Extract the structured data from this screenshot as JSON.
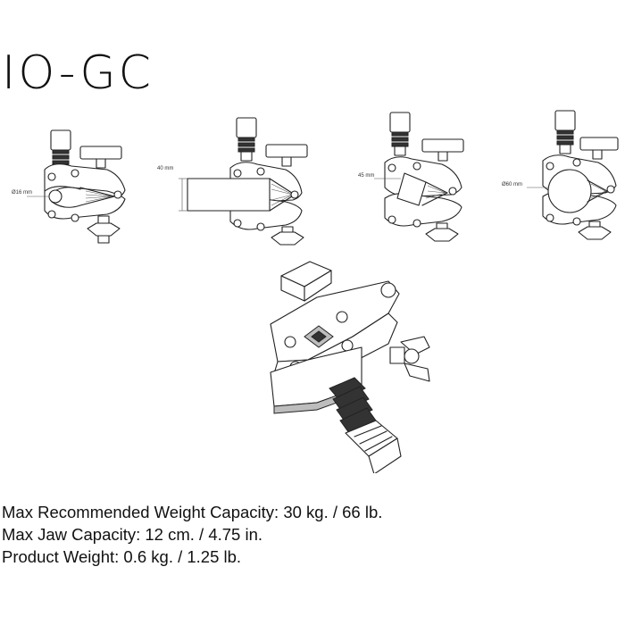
{
  "product": {
    "title": "IO-GC"
  },
  "views": [
    {
      "dimension_label": "Ø16 mm"
    },
    {
      "dimension_label": "40 mm"
    },
    {
      "dimension_label": "45 mm"
    },
    {
      "dimension_label": "Ø60 mm"
    }
  ],
  "specs": {
    "weight_capacity": "Max Recommended Weight Capacity: 30 kg. / 66 lb.",
    "jaw_capacity": "Max Jaw Capacity: 12 cm. / 4.75 in.",
    "product_weight": "Product Weight: 0.6 kg. / 1.25 lb."
  }
}
